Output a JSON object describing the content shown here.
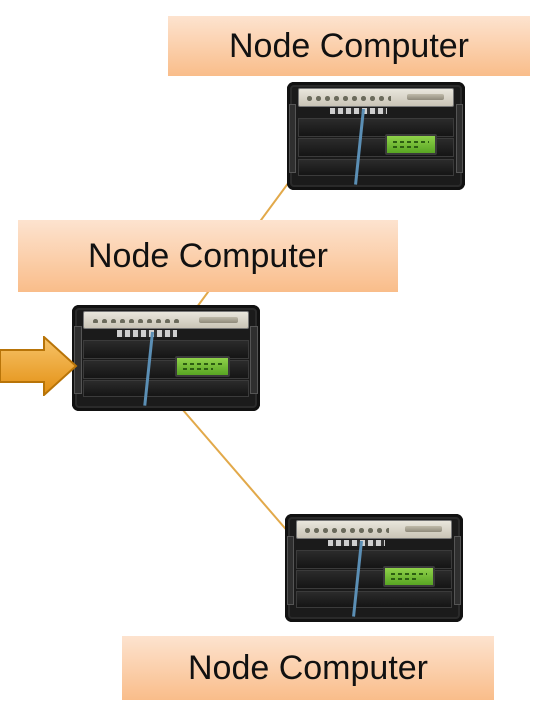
{
  "nodes": [
    {
      "id": "top",
      "label": "Node Computer"
    },
    {
      "id": "center",
      "label": "Node Computer"
    },
    {
      "id": "bottom",
      "label": "Node Computer"
    }
  ],
  "connections": [
    {
      "from": "center",
      "to": "top"
    },
    {
      "from": "center",
      "to": "bottom"
    }
  ],
  "colors": {
    "label_fill_top": "#fde3cf",
    "label_fill_bottom": "#f9bd8a",
    "connector": "#e2a94a",
    "arrow_fill": "#f0a52f",
    "arrow_stroke": "#b87408"
  },
  "icons": {
    "input_arrow": "right-arrow-icon",
    "node_device": "rack-computer-icon"
  }
}
